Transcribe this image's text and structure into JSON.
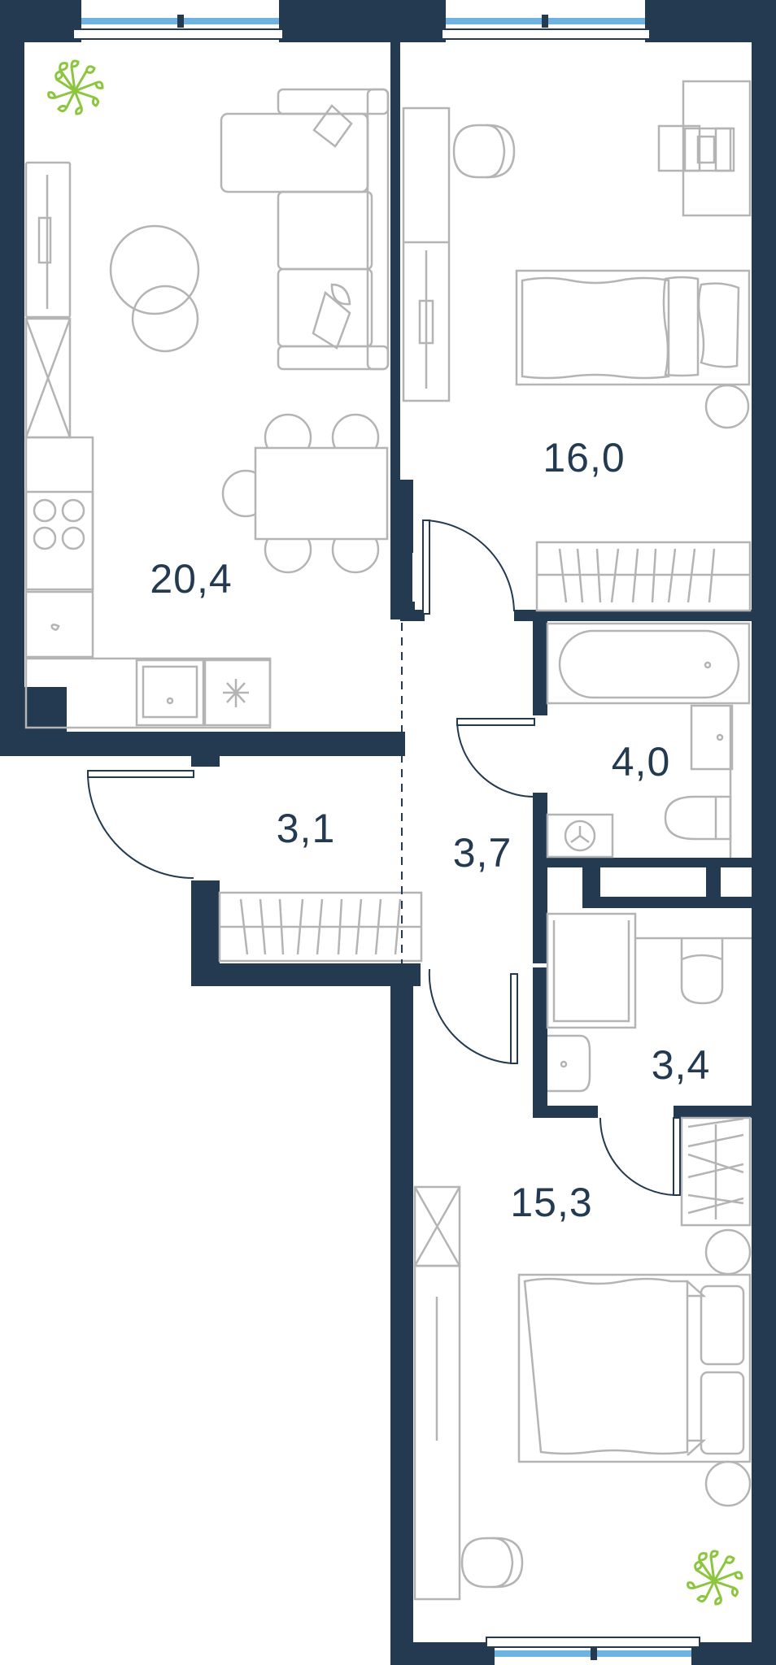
{
  "colors": {
    "wall": "#233a51",
    "furniture": "#b4b4b4",
    "window": "#6fb3e0",
    "plant": "#8cc63f",
    "label": "#233a51",
    "background": "#ffffff"
  },
  "rooms": [
    {
      "id": "kitchen_living",
      "area": "20,4"
    },
    {
      "id": "bedroom_top",
      "area": "16,0"
    },
    {
      "id": "bathroom",
      "area": "4,0"
    },
    {
      "id": "entrance",
      "area": "3,1"
    },
    {
      "id": "corridor",
      "area": "3,7"
    },
    {
      "id": "wc",
      "area": "3,4"
    },
    {
      "id": "bedroom_bottom",
      "area": "15,3"
    }
  ],
  "icons": [
    "plant-icon",
    "sofa-icon",
    "table-icon",
    "bed-icon",
    "bathtub-icon",
    "toilet-icon",
    "sink-icon",
    "stove-icon",
    "wardrobe-icon",
    "washing-machine-icon",
    "door-icon",
    "window-icon"
  ]
}
